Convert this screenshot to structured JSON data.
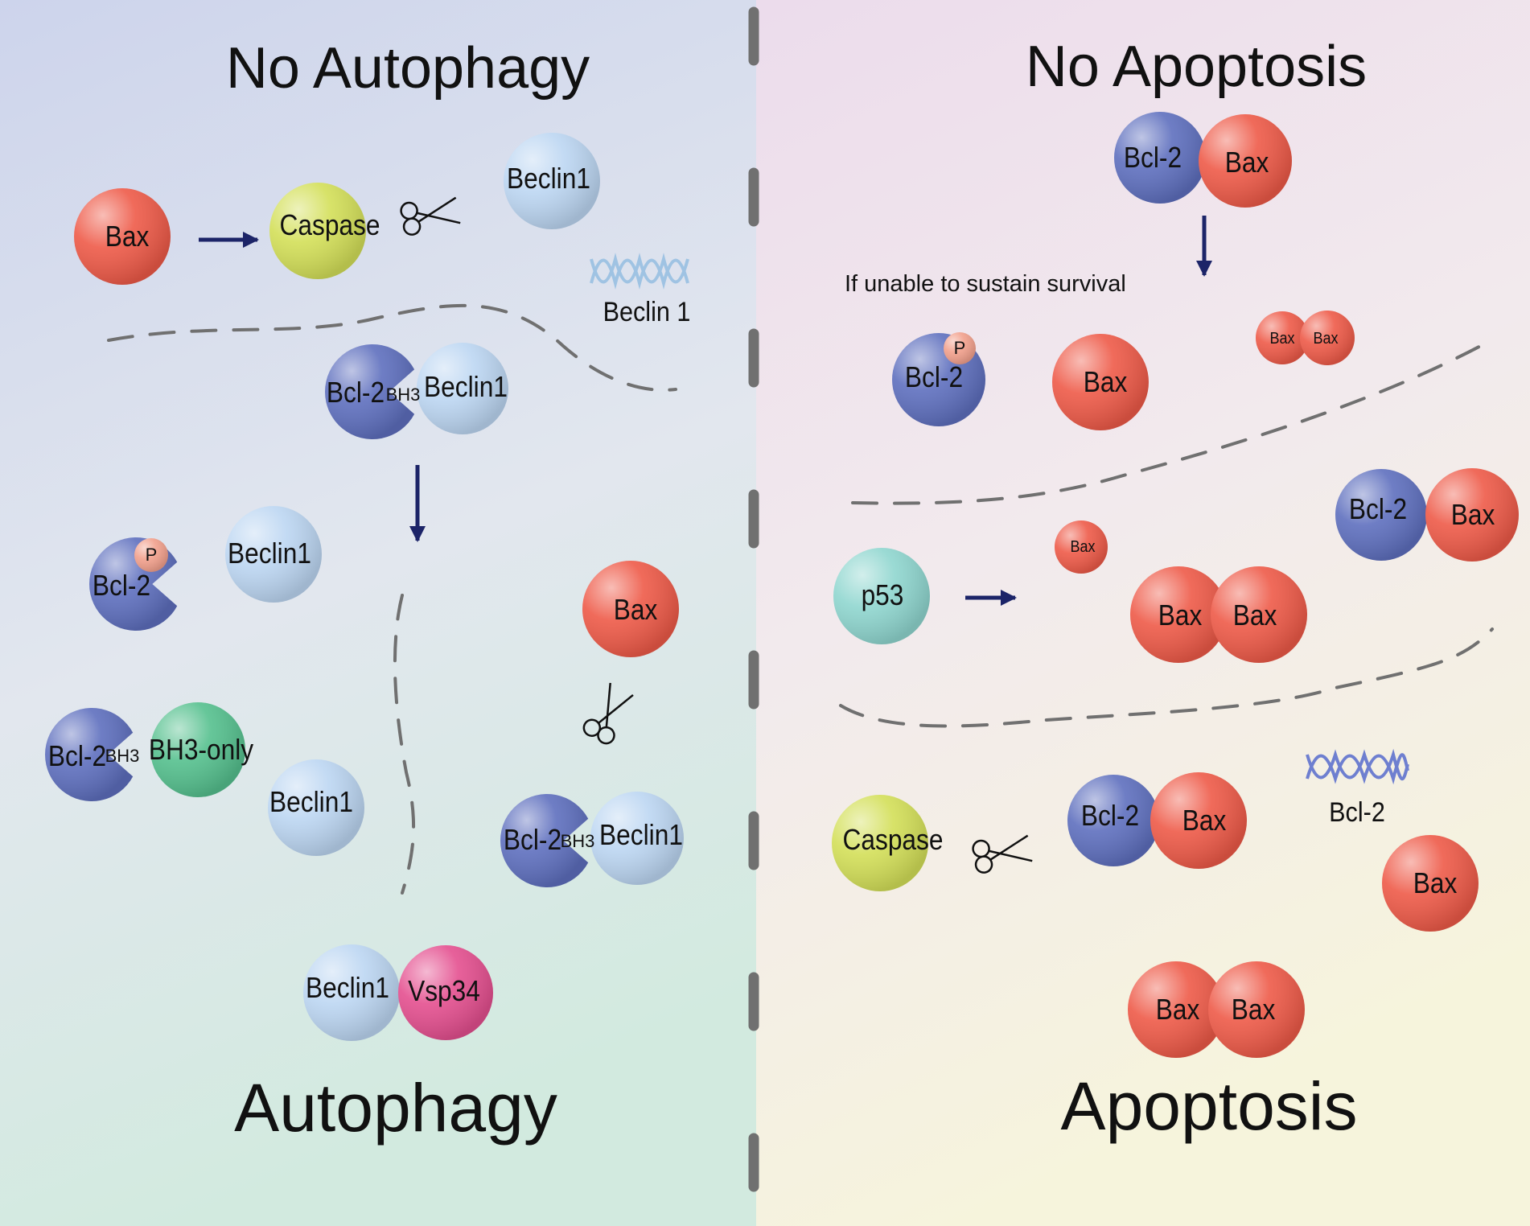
{
  "titles": {
    "left_top": "No  Autophagy",
    "right_top": "No  Apoptosis",
    "left_bottom": "Autophagy",
    "right_bottom": "Apoptosis"
  },
  "note": "If unable to sustain survival",
  "molecules": {
    "bax": "Bax",
    "caspase": "Caspase",
    "beclin1": "Beclin1",
    "beclin_gene": "Beclin 1",
    "bcl2": "Bcl-2",
    "bh3": "BH3",
    "bh3_only": "BH3-only",
    "vsp34": "Vsp34",
    "p53": "p53",
    "phospho": "P",
    "bcl2_gene": "Bcl-2"
  },
  "colors": {
    "bax": "#ee5a48",
    "caspase": "#d3df58",
    "beclin1": "#bcd6f2",
    "bcl2": "#5e6fbe",
    "bh3_only": "#55c08e",
    "vsp34": "#e44f8f",
    "p53": "#8fd6cf",
    "phospho": "#f2a08c",
    "arrow": "#1c2468",
    "divider": "#707070"
  }
}
